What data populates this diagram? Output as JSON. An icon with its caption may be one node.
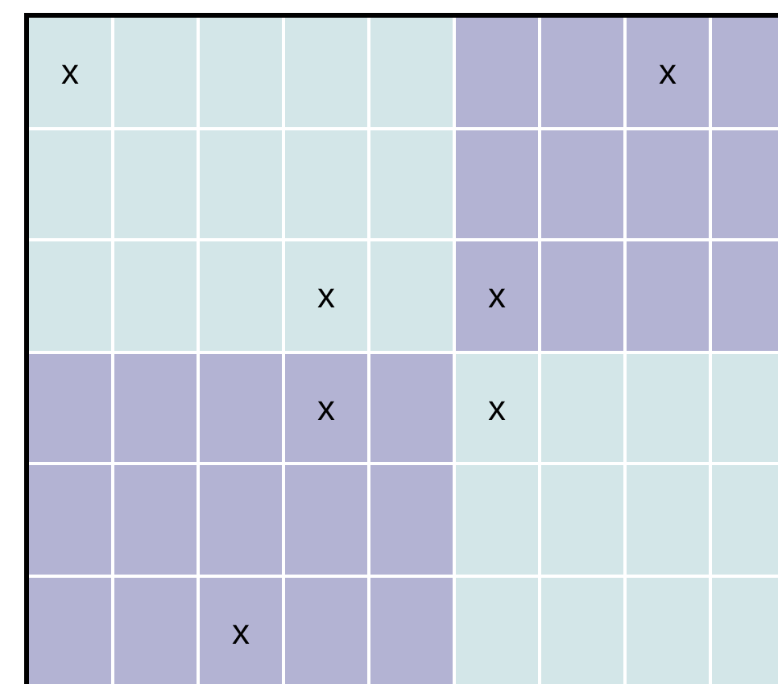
{
  "diagram": {
    "labels": [
      "x",
      "x",
      "x",
      "x",
      "x",
      "x",
      "x"
    ]
  }
}
